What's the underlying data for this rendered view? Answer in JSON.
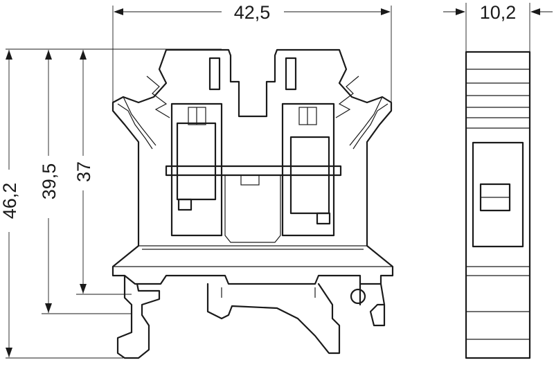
{
  "dimensions": {
    "width": "42,5",
    "depth": "10,2",
    "height_total": "46,2",
    "height_mid": "39,5",
    "height_inner": "37"
  }
}
